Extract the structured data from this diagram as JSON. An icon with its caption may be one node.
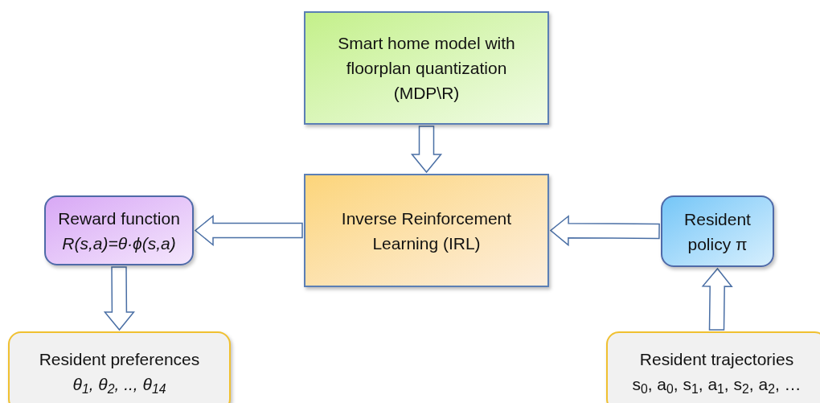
{
  "diagram": {
    "nodes": [
      {
        "text": [
          "Smart home model with floorplan quantization (MDP\\R)"
        ]
      },
      {
        "text": [
          "Inverse Reinforcement Learning (IRL)"
        ]
      },
      {
        "text": [
          "Reward function",
          "R(s,a)=θ·ϕ(s,a)"
        ]
      },
      {
        "text": [
          "Resident policy π"
        ]
      },
      {
        "text": [
          "Resident preferences",
          "θ$_{1}$, θ$_{2}$, .., θ$_{14}$"
        ]
      },
      {
        "text": [
          "Resident trajectories",
          "s$_{0}$, a$_{0}$, s$_{1}$, a$_{1}$, s$_{2}$, a$_{2}$, …"
        ]
      }
    ],
    "edges": [
      {
        "from": 0,
        "to": 1,
        "arrow": "to"
      },
      {
        "from": 1,
        "to": 2,
        "arrow": "to"
      },
      {
        "from": 3,
        "to": 1,
        "arrow": "to"
      },
      {
        "from": 2,
        "to": 4,
        "arrow": "to"
      },
      {
        "from": 5,
        "to": 3,
        "arrow": "to"
      }
    ]
  }
}
